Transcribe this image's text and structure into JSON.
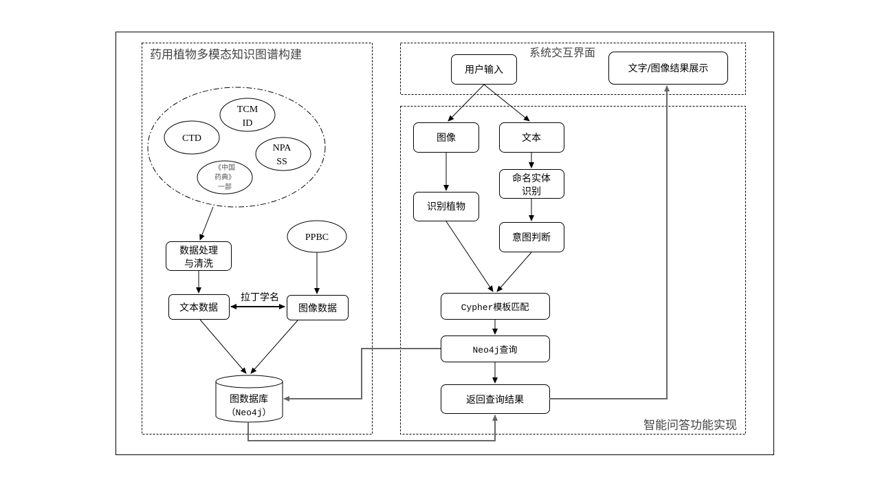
{
  "panels": {
    "construction": {
      "title": "药用植物多模态知识图谱构建"
    },
    "interface": {
      "title": "系统交互界面"
    },
    "qa": {
      "title": "智能问答功能实现"
    }
  },
  "sources": {
    "tcmid": {
      "line1": "TCM",
      "line2": "ID"
    },
    "ctd": {
      "line1": "CTD"
    },
    "npass": {
      "line1": "NPA",
      "line2": "SS"
    },
    "pharmacopoeia": {
      "line1": "《中国",
      "line2": "药典》",
      "line3": "一部"
    },
    "ppbc": {
      "line1": "PPBC"
    }
  },
  "nodes": {
    "data_processing": {
      "line1": "数据处理",
      "line2": "与清洗"
    },
    "text_data": {
      "label": "文本数据"
    },
    "image_data": {
      "label": "图像数据"
    },
    "latin_name_link": {
      "label": "拉丁学名"
    },
    "graph_db": {
      "line1": "图数据库",
      "line2": "（Neo4j）"
    },
    "user_input": {
      "label": "用户输入"
    },
    "result_display": {
      "label": "文字/图像结果展示"
    },
    "image": {
      "label": "图像"
    },
    "text": {
      "label": "文本"
    },
    "identify_plant": {
      "label": "识别植物"
    },
    "ner": {
      "line1": "命名实体",
      "line2": "识别"
    },
    "intent": {
      "label": "意图判断"
    },
    "cypher": {
      "label": "Cypher模板匹配"
    },
    "neo4j_query": {
      "label": "Neo4j查询"
    },
    "return_results": {
      "label": "返回查询结果"
    }
  },
  "colors": {
    "stroke": "#000000",
    "connector": "#666666",
    "title_text": "#444444",
    "small_text": "#555555"
  }
}
